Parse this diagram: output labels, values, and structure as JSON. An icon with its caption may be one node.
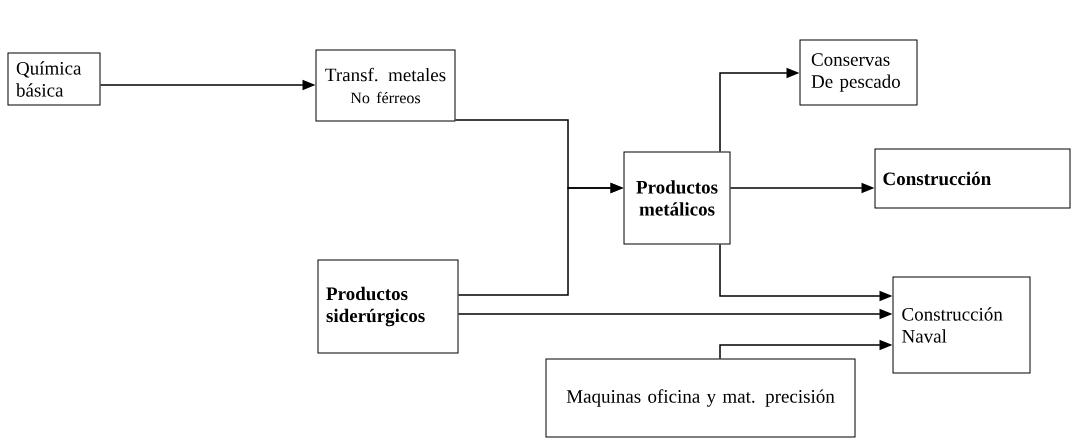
{
  "diagram": {
    "nodes": [
      {
        "text": [
          "Química básica"
        ]
      },
      {
        "text": [
          "Transf. metales",
          "No férreos"
        ]
      },
      {
        "text": [
          "Conservas De pescado"
        ]
      },
      {
        "text": [
          "Productos metálicos"
        ]
      },
      {
        "text": [
          "Construcción"
        ]
      },
      {
        "text": [
          "Productos siderúrgicos"
        ]
      },
      {
        "text": [
          "Construcción Naval"
        ]
      },
      {
        "text": [
          "Maquinas oficina y  mat. precisión"
        ]
      }
    ],
    "edges": [
      {
        "from": 0,
        "to": 1,
        "arrow": "to"
      },
      {
        "from": 1,
        "to": 3,
        "arrow": "to"
      },
      {
        "from": 5,
        "to": 3,
        "arrow": "to"
      },
      {
        "from": 3,
        "to": 2,
        "arrow": "to"
      },
      {
        "from": 3,
        "to": 4,
        "arrow": "to"
      },
      {
        "from": 3,
        "to": 6,
        "arrow": "to"
      },
      {
        "from": 5,
        "to": 6,
        "arrow": "to"
      },
      {
        "from": 7,
        "to": 6,
        "arrow": "to"
      }
    ]
  }
}
